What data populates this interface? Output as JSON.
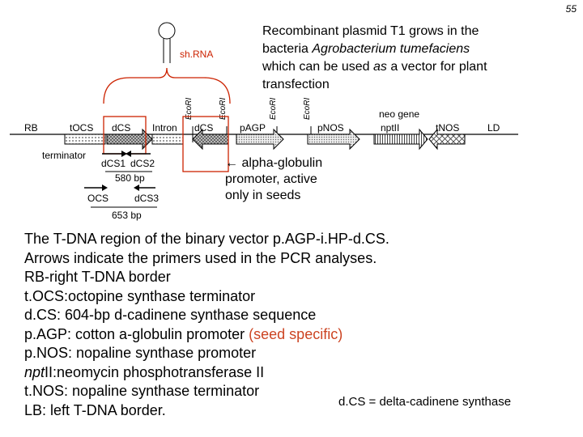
{
  "page_number": "55",
  "plasmid_description": {
    "l1": "Recombinant plasmid T1 grows in the",
    "l2a": "bacteria ",
    "l2b": "Agrobacterium tumefaciens",
    "l3a": "which can be used ",
    "l3b": "as",
    "l3c": " a vector for plant",
    "l4": "transfection"
  },
  "shrna_label": "sh.RNA",
  "neo_label": "neo gene",
  "terminator_label": "terminator",
  "construct": {
    "left_border": "RB",
    "right_border": "LD",
    "segments": [
      "tOCS",
      "dCS",
      "Intron",
      "dCS",
      "pAGP",
      "pNOS",
      "nptII",
      "tNOS"
    ],
    "sites": [
      "EcoRI",
      "EcoRI",
      "EcoRI",
      "EcoRI"
    ]
  },
  "primers": {
    "p1": "dCS1",
    "p2": "dCS2",
    "p3": "OCS",
    "p4": "dCS3",
    "product1": "580 bp",
    "product2": "653 bp"
  },
  "promoter_note": {
    "arrow": "←",
    "l1": "alpha-globulin",
    "l2": "promoter, active",
    "l3": "only in seeds"
  },
  "legend": {
    "l1": "The T-DNA region of the binary vector p.AGP-i.HP-d.CS.",
    "l2": "Arrows indicate the primers used in the PCR analyses.",
    "l3": "RB-right T-DNA border",
    "l4": "t.OCS:octopine synthase terminator",
    "l5": "d.CS: 604-bp d-cadinene synthase sequence",
    "l6a": "p.AGP: cotton a-globulin promoter ",
    "l6b": "(seed specific)",
    "l7": "p.NOS: nopaline synthase promoter",
    "l8a": "npt",
    "l8b": "II:neomycin phosphotransferase II",
    "l9": "t.NOS: nopaline synthase terminator",
    "l10": "LB: left T-DNA border."
  },
  "dcs_note": "d.CS = delta-cadinene synthase",
  "colors": {
    "highlight": "#cc4422",
    "box": "#cc2200"
  }
}
